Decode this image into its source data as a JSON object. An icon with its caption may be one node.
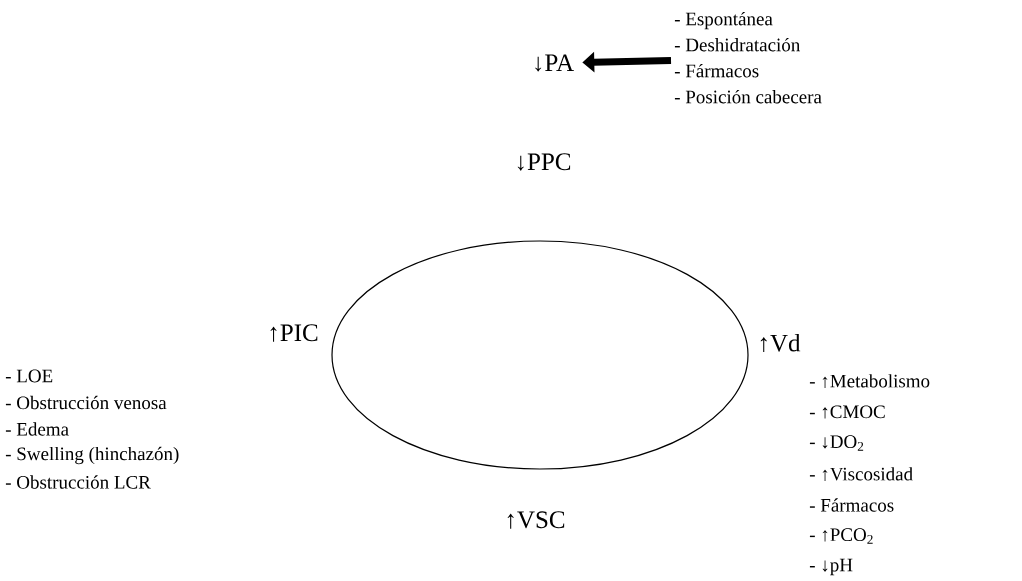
{
  "diagram": {
    "nodes": [
      {
        "text": [
          "↓PA"
        ]
      },
      {
        "text": [
          "- Espontánea",
          "- Deshidratación",
          "- Fármacos",
          "- Posición cabecera"
        ]
      },
      {
        "text": [
          "↓PPC"
        ]
      },
      {
        "text": [],
        "shape": "ellipse"
      },
      {
        "text": [
          "↑PIC"
        ],
        "beside": [
          "- LOE",
          "- Obstrucción venosa",
          "- Edema",
          "- Swelling (hinchazón)",
          "- Obstrucción LCR"
        ]
      },
      {
        "text": [
          "↑Vd"
        ],
        "beside": [
          "- ↑Metabolismo",
          "- ↑CMOC",
          "- ↓DO$_{2}$",
          "- ↑Viscosidad",
          "- Fármacos",
          "- ↑PCO$_{2}$",
          "- ↓pH"
        ]
      },
      {
        "text": [
          "↑VSC"
        ]
      }
    ],
    "edges": [
      {
        "from": 1,
        "to": 0,
        "arrow": "to"
      }
    ]
  }
}
